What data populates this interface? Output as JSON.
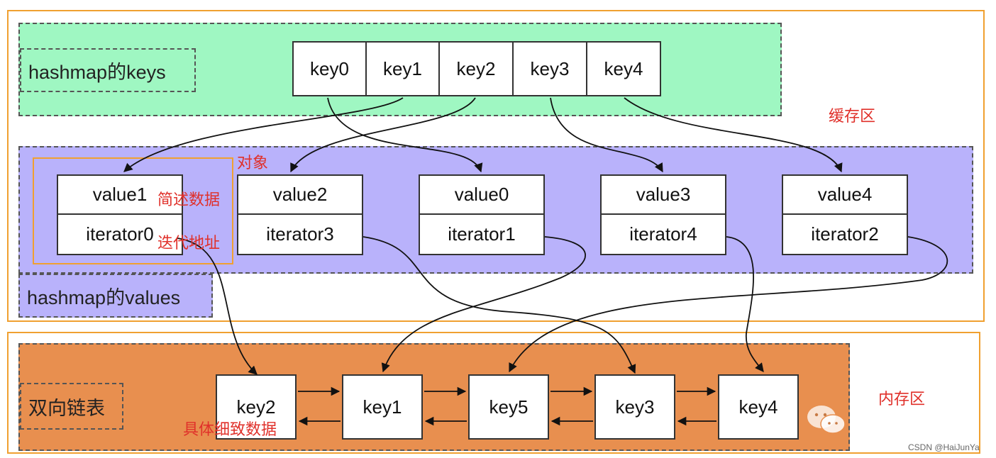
{
  "sections": {
    "cache_label": "缓存区",
    "memory_label": "内存区"
  },
  "keys_region": {
    "label": "hashmap的keys",
    "keys": [
      "key0",
      "key1",
      "key2",
      "key3",
      "key4"
    ]
  },
  "values_region": {
    "label": "hashmap的values",
    "entries": [
      {
        "value": "value1",
        "iterator": "iterator0"
      },
      {
        "value": "value2",
        "iterator": "iterator3"
      },
      {
        "value": "value0",
        "iterator": "iterator1"
      },
      {
        "value": "value3",
        "iterator": "iterator4"
      },
      {
        "value": "value4",
        "iterator": "iterator2"
      }
    ]
  },
  "list_region": {
    "label": "双向链表",
    "nodes": [
      "key2",
      "key1",
      "key5",
      "key3",
      "key4"
    ]
  },
  "annotations": {
    "object": "对象",
    "summary_data": "简述数据",
    "iterator_address": "迭代地址",
    "detail_data": "具体细致数据"
  },
  "watermark": {
    "text": "CSDN @HaiJunYa"
  },
  "colors": {
    "keys_bg": "#9ff7c2",
    "values_bg": "#b9b2fb",
    "list_bg": "#e88f4f",
    "frame": "#f0a030",
    "annotation": "#e0302a"
  },
  "icons": [
    "wechat-icon"
  ]
}
